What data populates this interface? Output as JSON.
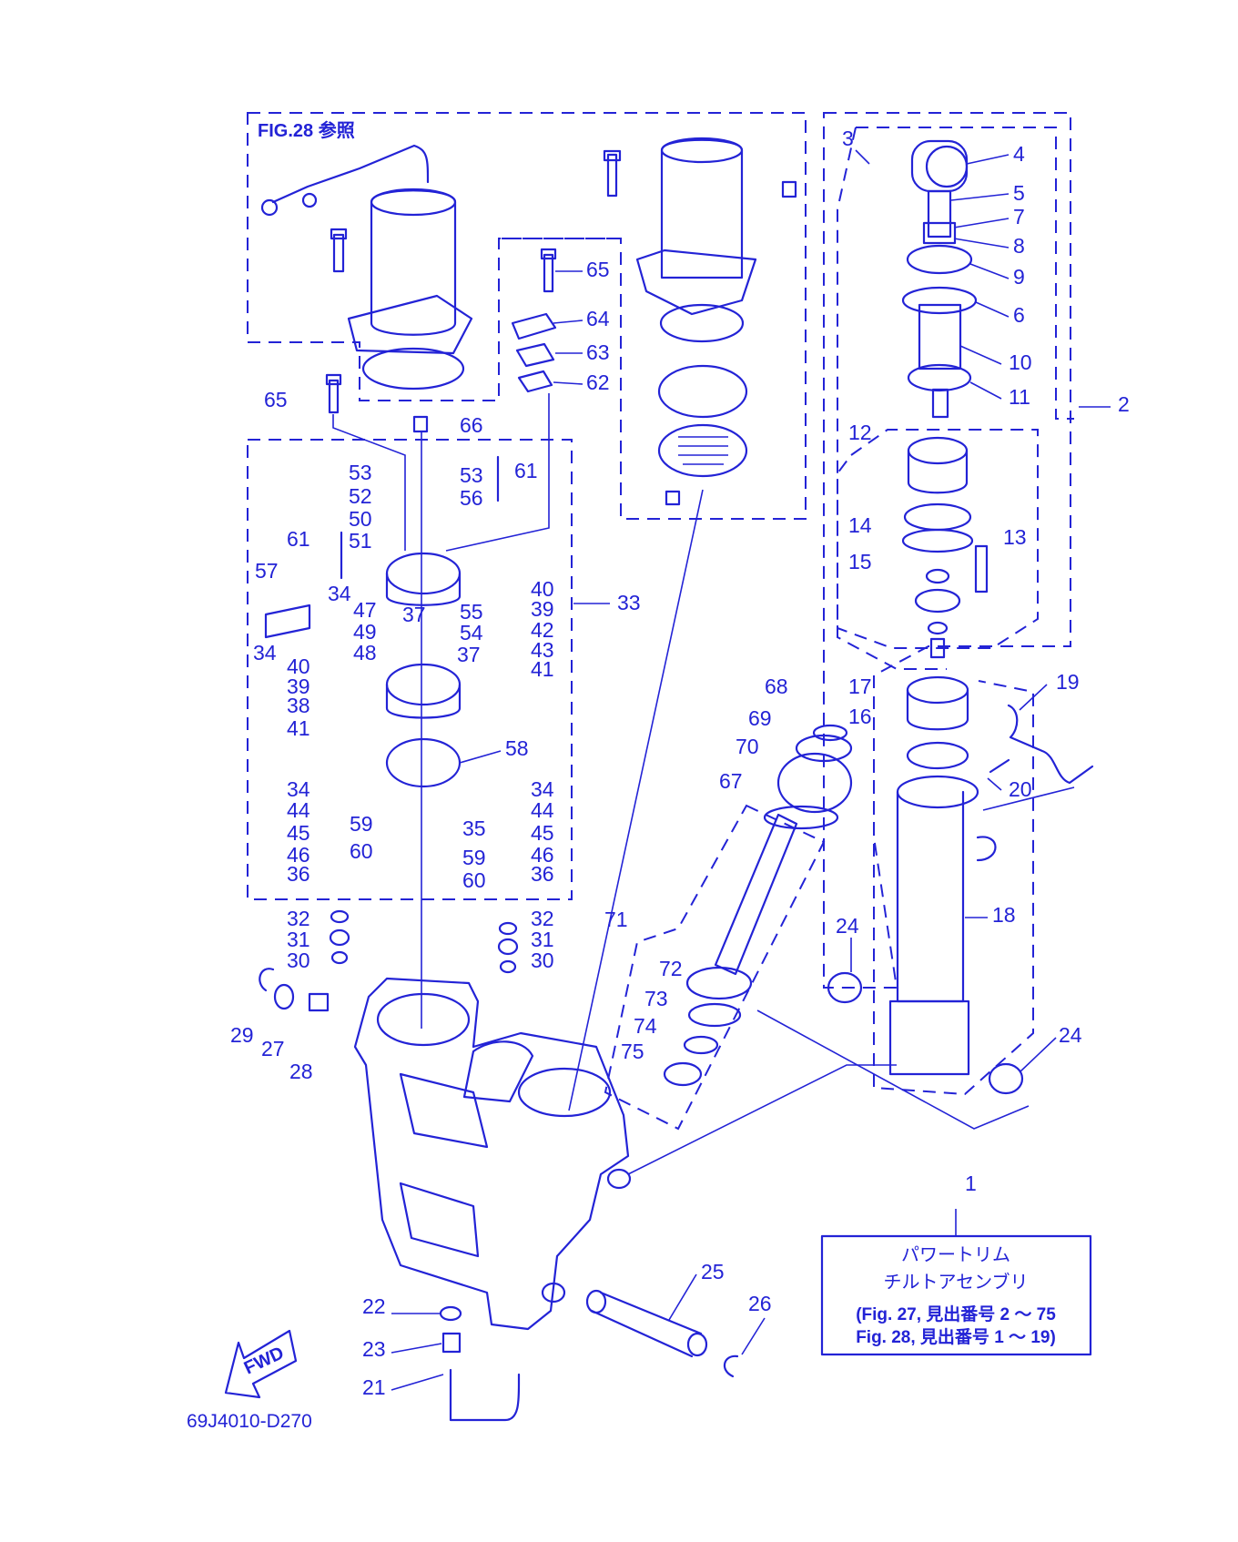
{
  "diagram": {
    "drawing_code": "69J4010-D270",
    "ref_note": "FIG.28 参照",
    "fwd_label": "FWD",
    "assembly_box": {
      "line1": "パワートリム",
      "line2": "チルトアセンブリ",
      "note1": "(Fig. 27, 見出番号 2 ～ 75",
      "note2": "Fig. 28, 見出番号 1 ～ 19)"
    },
    "part_labels": {
      "p1": "1",
      "p2": "2",
      "p3": "3",
      "p4": "4",
      "p5": "5",
      "p6": "6",
      "p7": "7",
      "p8": "8",
      "p9": "9",
      "p10": "10",
      "p11": "11",
      "p12": "12",
      "p13": "13",
      "p14": "14",
      "p15": "15",
      "p16": "16",
      "p17": "17",
      "p18": "18",
      "p19": "19",
      "p20": "20",
      "p21": "21",
      "p22": "22",
      "p23": "23",
      "p24a": "24",
      "p24b": "24",
      "p25": "25",
      "p26": "26",
      "p27": "27",
      "p28": "28",
      "p29": "29",
      "p30a": "30",
      "p30b": "30",
      "p31a": "31",
      "p31b": "31",
      "p32a": "32",
      "p32b": "32",
      "p33": "33",
      "p34a": "34",
      "p34b": "34",
      "p34c": "34",
      "p34d": "34",
      "p35": "35",
      "p36a": "36",
      "p36b": "36",
      "p37a": "37",
      "p37b": "37",
      "p38": "38",
      "p39a": "39",
      "p39b": "39",
      "p40a": "40",
      "p40b": "40",
      "p41a": "41",
      "p41b": "41",
      "p42": "42",
      "p43": "43",
      "p44a": "44",
      "p44b": "44",
      "p45a": "45",
      "p45b": "45",
      "p46a": "46",
      "p46b": "46",
      "p47": "47",
      "p48": "48",
      "p49": "49",
      "p50": "50",
      "p51": "51",
      "p52": "52",
      "p53a": "53",
      "p53b": "53",
      "p54": "54",
      "p55": "55",
      "p56": "56",
      "p57": "57",
      "p58": "58",
      "p59a": "59",
      "p59b": "59",
      "p60a": "60",
      "p60b": "60",
      "p61a": "61",
      "p61b": "61",
      "p62": "62",
      "p63": "63",
      "p64": "64",
      "p65a": "65",
      "p65b": "65",
      "p66": "66",
      "p67": "67",
      "p68": "68",
      "p69": "69",
      "p70": "70",
      "p71": "71",
      "p72": "72",
      "p73": "73",
      "p74": "74",
      "p75": "75"
    },
    "colors": {
      "ink": "#2323d6",
      "paper": "#ffffff"
    }
  }
}
